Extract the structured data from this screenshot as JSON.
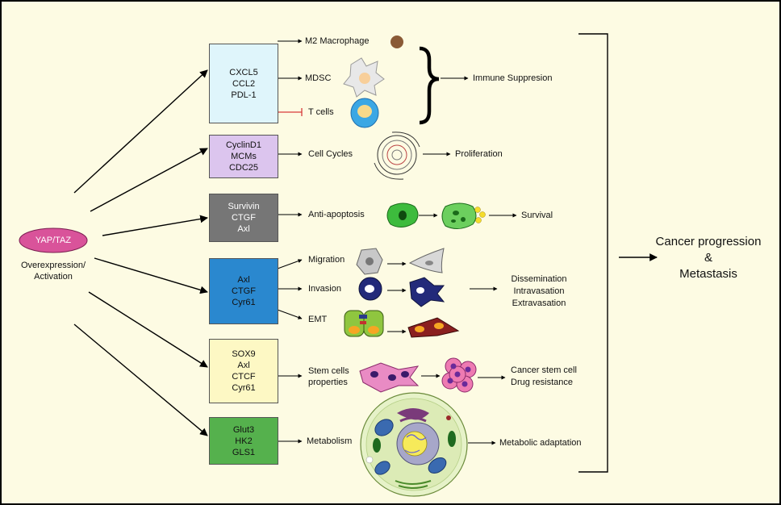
{
  "source": {
    "name": "YAP/TAZ",
    "caption_line1": "Overexpression/",
    "caption_line2": "Activation",
    "fill_color": "#d9539a"
  },
  "groups": [
    {
      "id": "immune",
      "box_genes": [
        "CXCL5",
        "CCL2",
        "PDL-1"
      ],
      "box_color": "#dff5fb",
      "items": [
        "M2 Macrophage",
        "MDSC",
        "T cells"
      ],
      "outcome": [
        "Immune Suppresion"
      ]
    },
    {
      "id": "cycle",
      "box_genes": [
        "CyclinD1",
        "MCMs",
        "CDC25"
      ],
      "box_color": "#dcc5ee",
      "items": [
        "Cell Cycles"
      ],
      "outcome": [
        "Proliferation"
      ]
    },
    {
      "id": "apoptosis",
      "box_genes": [
        "Survivin",
        "CTGF",
        "Axl"
      ],
      "box_color": "#767676",
      "items": [
        "Anti-apoptosis"
      ],
      "outcome": [
        "Survival"
      ]
    },
    {
      "id": "metastasis",
      "box_genes": [
        "Axl",
        "CTGF",
        "Cyr61"
      ],
      "box_color": "#2a88cf",
      "items": [
        "Migration",
        "Invasion",
        "EMT"
      ],
      "outcome": [
        "Dissemination",
        "Intravasation",
        "Extravasation"
      ]
    },
    {
      "id": "stem",
      "box_genes": [
        "SOX9",
        "Axl",
        "CTCF",
        "Cyr61"
      ],
      "box_color": "#fdf8c4",
      "items": [
        "Stem cells",
        "properties"
      ],
      "outcome": [
        "Cancer stem cell",
        "Drug resistance"
      ]
    },
    {
      "id": "metabolism",
      "box_genes": [
        "Glut3",
        "HK2",
        "GLS1"
      ],
      "box_color": "#55b14d",
      "items": [
        "Metabolism"
      ],
      "outcome": [
        "Metabolic adaptation"
      ]
    }
  ],
  "final": {
    "line1": "Cancer progression",
    "line2": "&",
    "line3": "Metastasis"
  }
}
